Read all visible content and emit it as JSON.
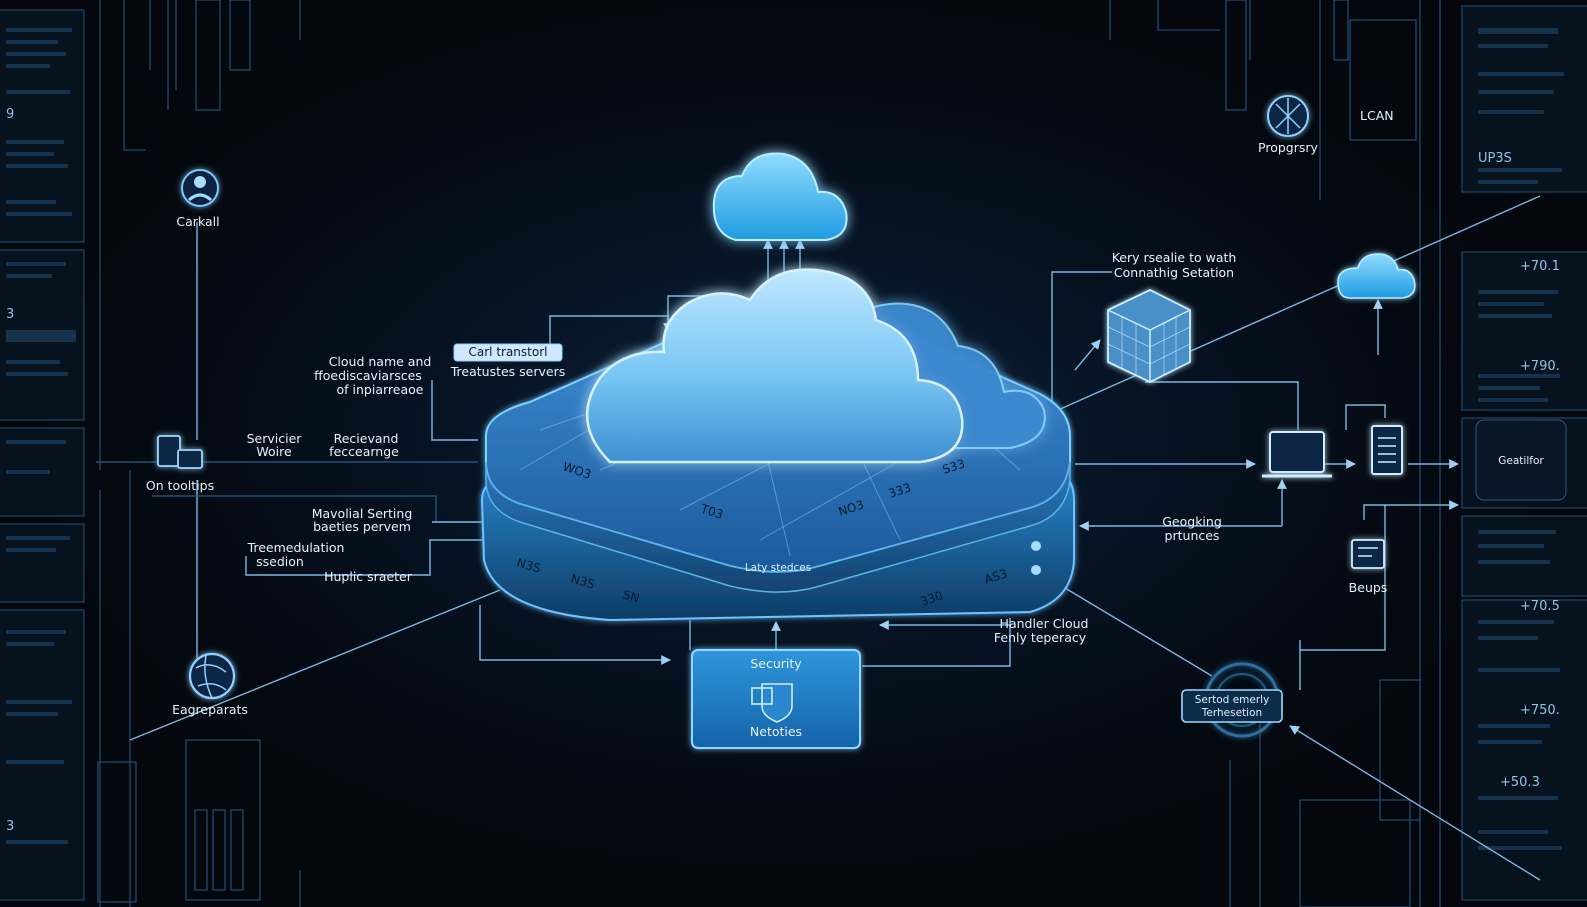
{
  "diagram": {
    "labels": {
      "top_left_person": "Carkall",
      "left_device": "On tooltips",
      "left_globe": "Eagreparats",
      "cloud_name_line1": "Cloud name and",
      "cloud_name_line2": "ffoediscaviarsces",
      "cloud_name_line3": "of inpiarreaoe",
      "tag_top_left": "Carl transtorl",
      "tag_top_left_sub": "Treatustes servers",
      "servicier_line1": "Servicier",
      "servicier_line2": "Woire",
      "recievand_line1": "Recievand",
      "recievand_line2": "feccearnge",
      "mavolial_line1": "Mavolial Serting",
      "mavolial_line2": "baeties pervem",
      "treemec_line1": "Treemedulation",
      "treemec_line2": "ssedion",
      "huplic": "Huplic sraeter",
      "layer_center": "Laty stedces",
      "security_top": "Security",
      "security_bottom": "Netoties",
      "kery_line1": "Kery rsealie to wath",
      "kery_line2": "Connathig Setation",
      "property": "Propgrsry",
      "geogking_line1": "Geogking",
      "geogking_line2": "prtunces",
      "beups": "Beups",
      "handler_line1": "Handler Cloud",
      "handler_line2": "Fenly teperacy",
      "tag_bottom_right_line1": "Sertod emerly",
      "tag_bottom_right_line2": "Terhesetion",
      "right_badge": "Geatilfor",
      "top_right_panel": "LCAN",
      "top_right_num": "UP3S",
      "platform_marks": [
        "WO3",
        "T03",
        "N3S",
        "N3S",
        "SN",
        "333",
        "NO3",
        "S33",
        "330",
        "AS3"
      ],
      "right_numbers": [
        "+70.1",
        "+790.",
        "+70.5",
        "+750.",
        "+50.3"
      ],
      "left_numbers": [
        "9",
        "3",
        "3"
      ]
    },
    "colors": {
      "background": "#04070d",
      "cloud": "#59c3f2",
      "platform": "#2d7fc4",
      "wire": "#7ab8e0"
    }
  }
}
